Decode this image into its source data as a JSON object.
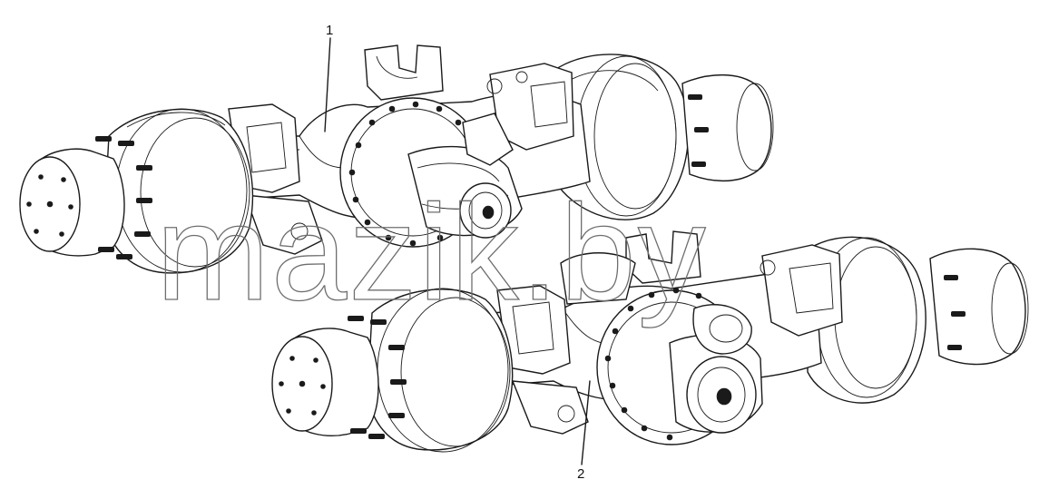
{
  "diagram": {
    "callouts": [
      {
        "id": "1",
        "label": "1"
      },
      {
        "id": "2",
        "label": "2"
      }
    ],
    "watermark": "mazik.by",
    "ink_color": "#1a1a1a",
    "watermark_color": "#6e6e6e",
    "background": "#ffffff"
  }
}
